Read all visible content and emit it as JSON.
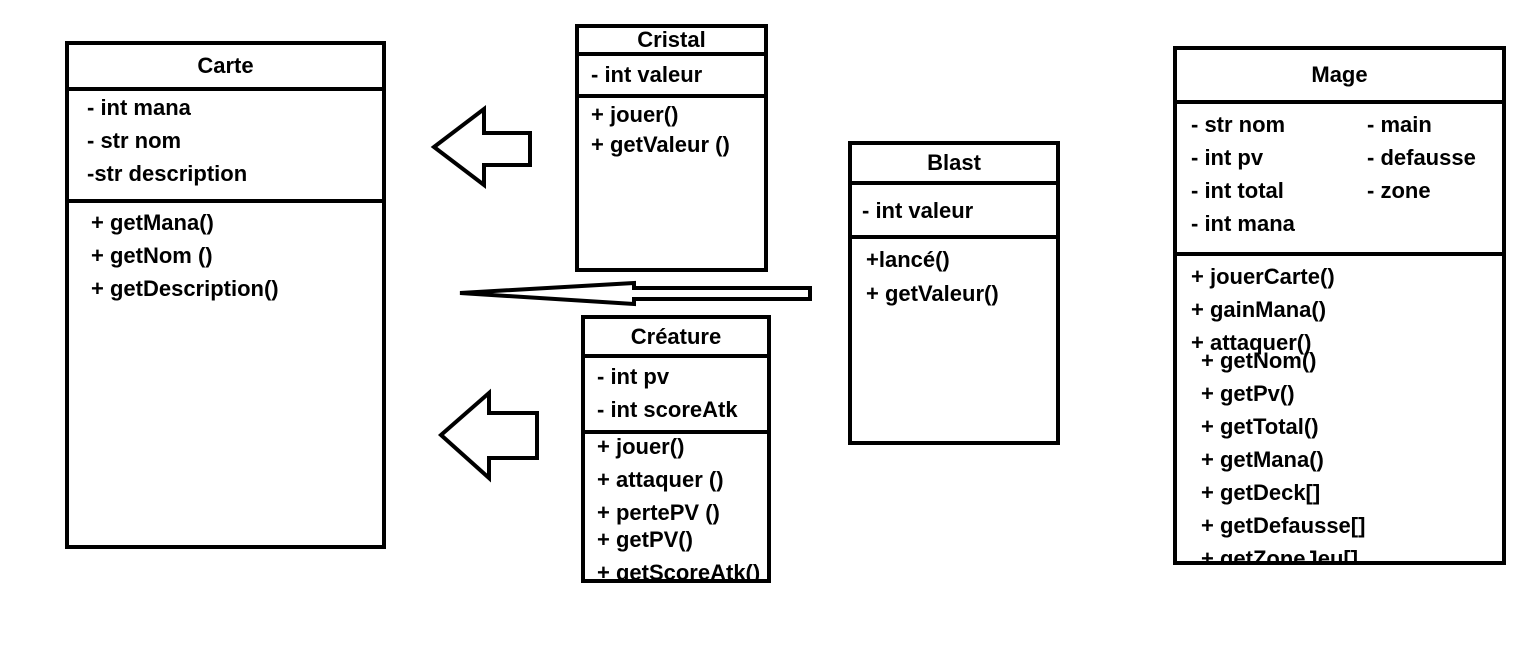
{
  "diagram": {
    "classes": {
      "carte": {
        "name": "Carte",
        "attributes": [
          "- int mana",
          "- str nom",
          "-str description"
        ],
        "methods": [
          "+ getMana()",
          "+ getNom ()",
          "+ getDescription()"
        ]
      },
      "cristal": {
        "name": "Cristal",
        "attributes": [
          "- int valeur"
        ],
        "methods": [
          "+ jouer()",
          "+ getValeur ()"
        ]
      },
      "creature": {
        "name": "Créature",
        "attributes": [
          "- int pv",
          "- int scoreAtk"
        ],
        "methods": [
          "+ jouer()",
          "+ attaquer ()",
          "+ pertePV ()",
          "+ getPV()",
          "+ getScoreAtk()"
        ]
      },
      "blast": {
        "name": "Blast",
        "attributes": [
          "- int valeur"
        ],
        "methods": [
          "+lancé()",
          "+ getValeur()"
        ]
      },
      "mage": {
        "name": "Mage",
        "attributes": [
          "- str nom",
          "- int pv",
          "- int total",
          "- int mana",
          "- main",
          "- defausse",
          "- zone"
        ],
        "methods": [
          "+ jouerCarte()",
          "+ gainMana()",
          "+ attaquer()",
          "+ getNom()",
          "+ getPv()",
          "+ getTotal()",
          "+ getMana()",
          "+ getDeck[]",
          "+ getDefausse[]",
          "+ getZoneJeu[]"
        ]
      }
    },
    "relations": [
      {
        "from": "cristal",
        "to": "carte",
        "type": "inheritance"
      },
      {
        "from": "blast",
        "to": "carte",
        "type": "inheritance"
      },
      {
        "from": "creature",
        "to": "carte",
        "type": "inheritance"
      }
    ]
  }
}
